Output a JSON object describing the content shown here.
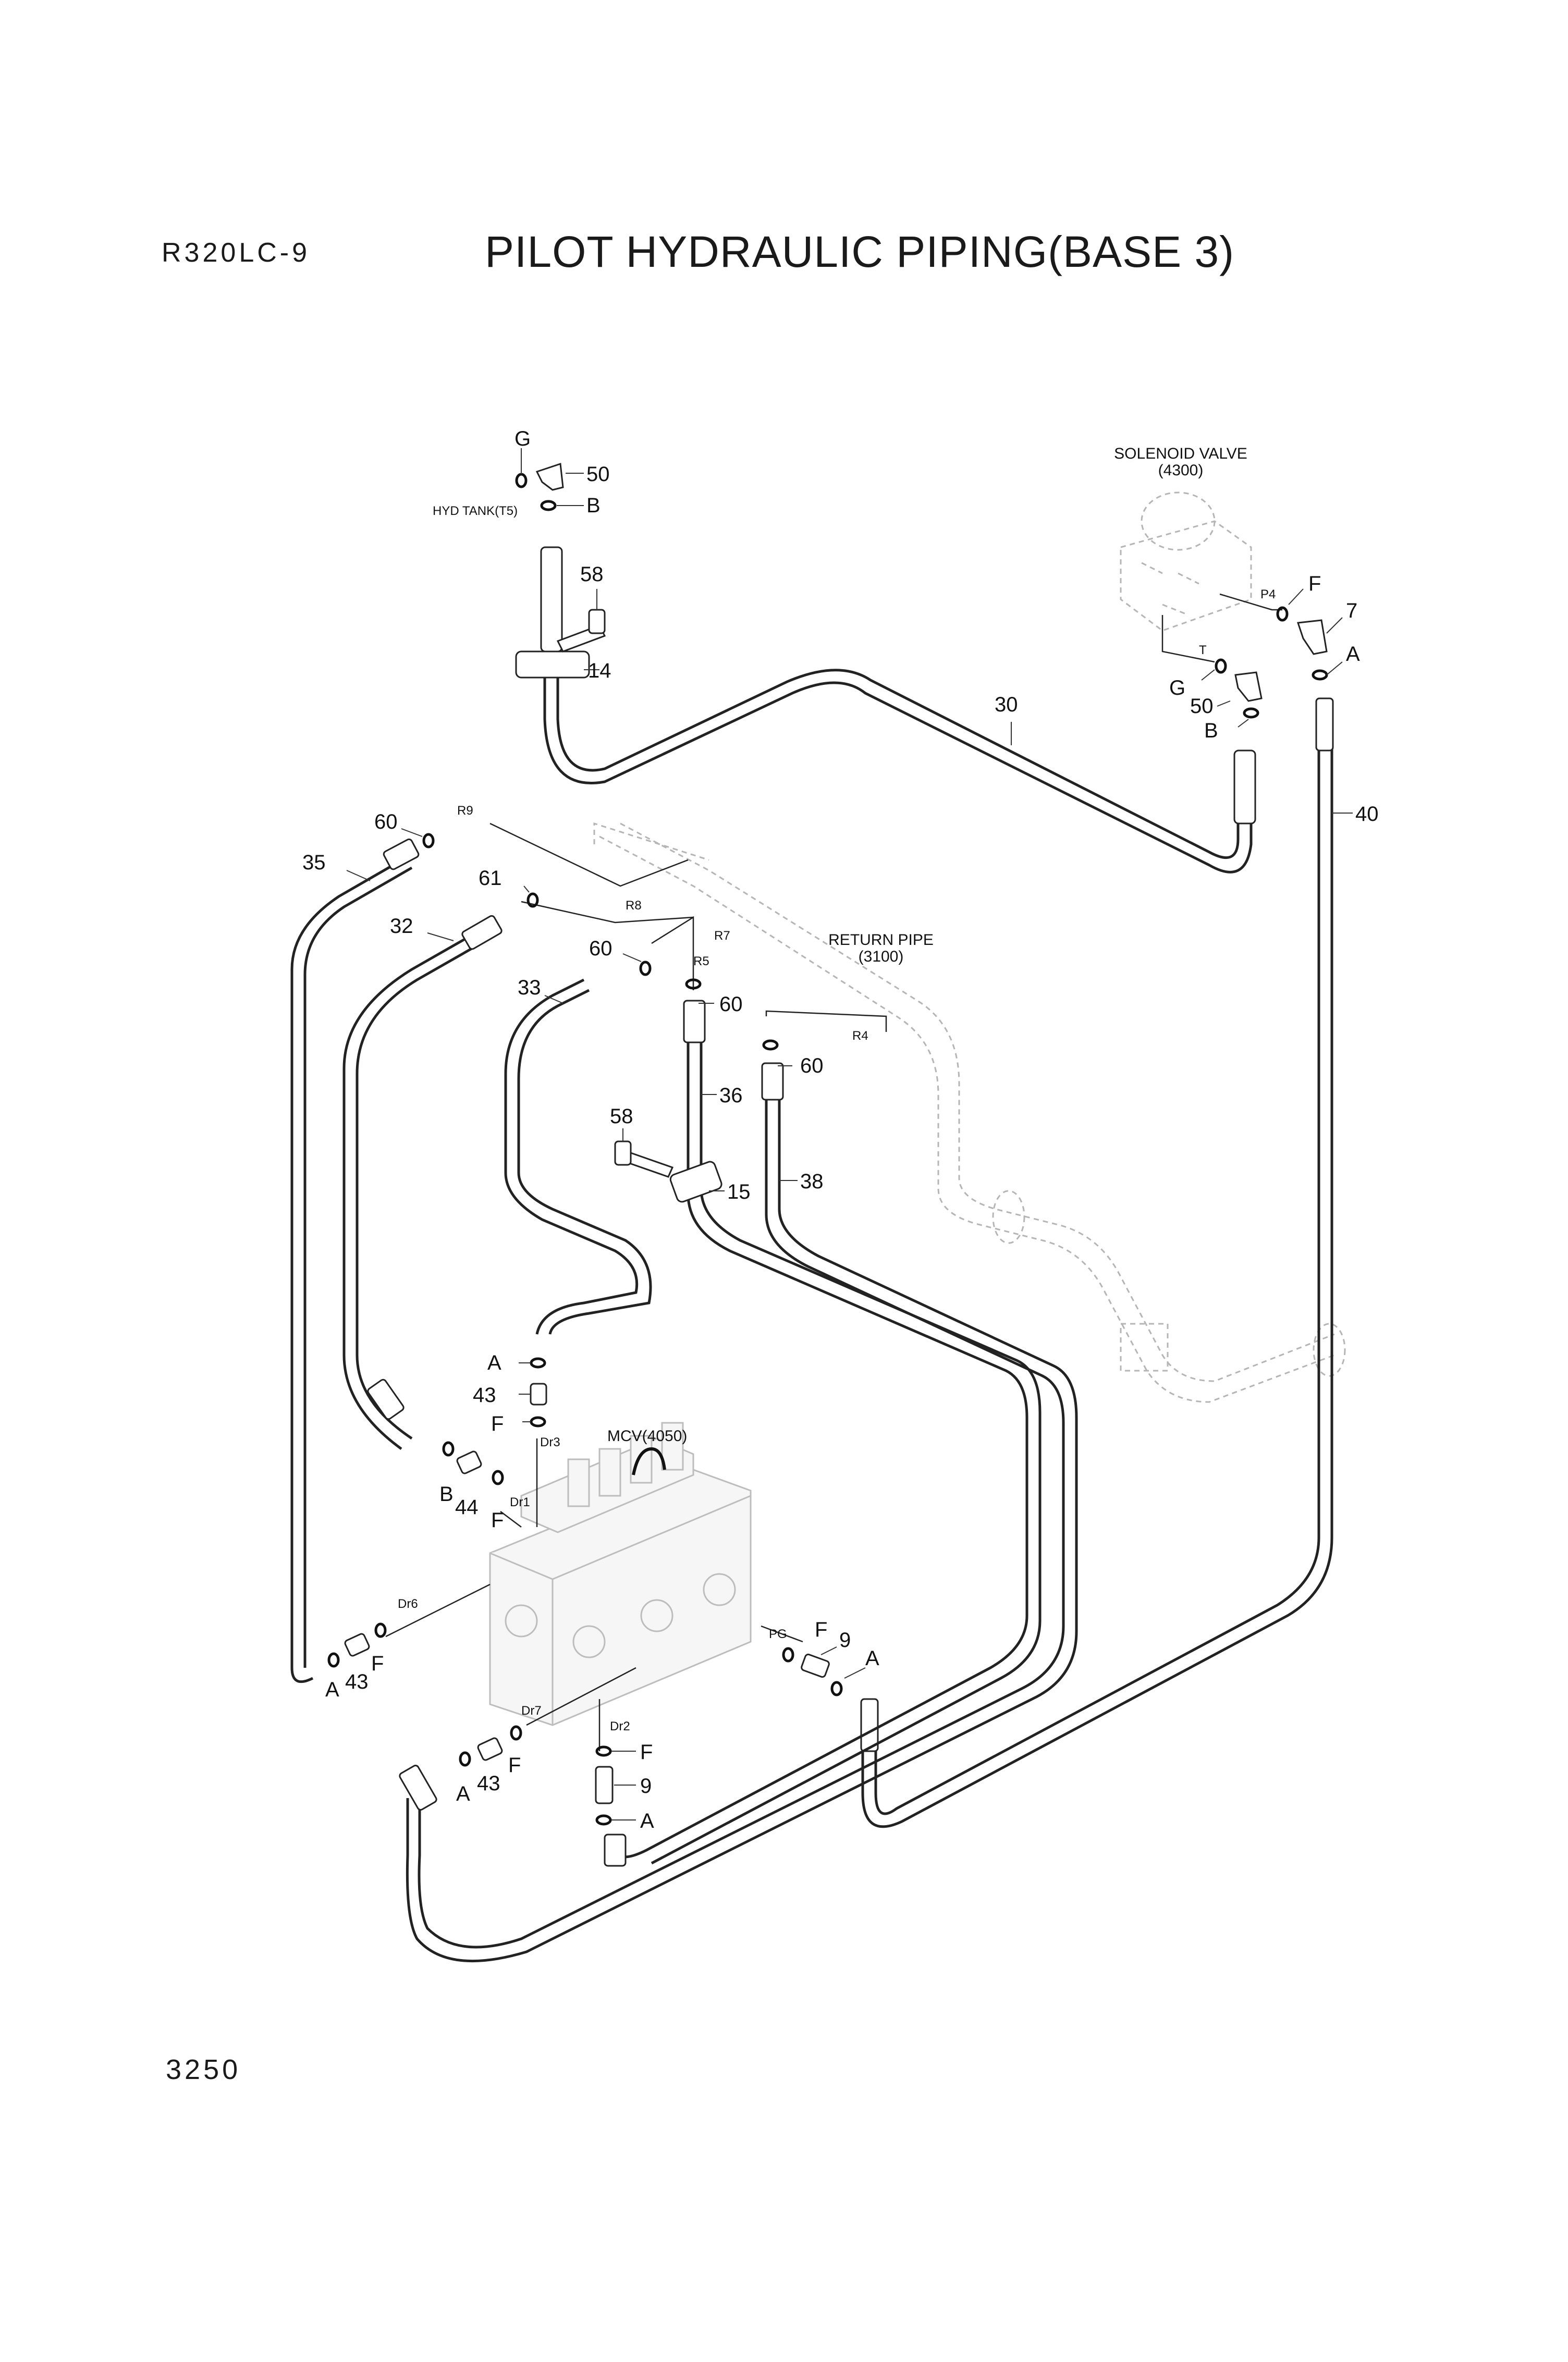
{
  "header": {
    "model": "R320LC-9",
    "title": "PILOT HYDRAULIC PIPING(BASE 3)"
  },
  "footer": {
    "page_number": "3250"
  },
  "components": {
    "solenoid_valve": {
      "name": "SOLENOID VALVE",
      "code": "(4300)"
    },
    "return_pipe": {
      "name": "RETURN PIPE",
      "code": "(3100)"
    },
    "mcv": {
      "name": "MCV(4050)"
    },
    "hyd_tank": {
      "name": "HYD TANK(T5)"
    }
  },
  "callouts": {
    "c50a": "50",
    "cGa": "G",
    "cBa": "B",
    "c58a": "58",
    "c14": "14",
    "c30": "30",
    "c7": "7",
    "cFa": "F",
    "cAa": "A",
    "cGb": "G",
    "c50b": "50",
    "cBb": "B",
    "c40": "40",
    "c60a": "60",
    "c35": "35",
    "c61": "61",
    "c32": "32",
    "c60b": "60",
    "c33": "33",
    "c60c": "60",
    "c60d": "60",
    "c36": "36",
    "c58b": "58",
    "c15": "15",
    "c38": "38",
    "cAb": "A",
    "c43a": "43",
    "cFb": "F",
    "cBc": "B",
    "c44": "44",
    "cFc": "F",
    "cAc": "A",
    "c43b": "43",
    "cFd": "F",
    "cFe": "F",
    "c9a": "9",
    "cAd": "A",
    "cAe": "A",
    "c43c": "43",
    "cFf": "F",
    "cFg": "F",
    "c9b": "9",
    "cAf": "A"
  },
  "ports": {
    "P4": "P4",
    "T": "T",
    "R9": "R9",
    "R8": "R8",
    "R7": "R7",
    "R5": "R5",
    "R4": "R4",
    "Dr3": "Dr3",
    "Dr1": "Dr1",
    "Dr6": "Dr6",
    "PG": "PG",
    "Dr7": "Dr7",
    "Dr2": "Dr2"
  }
}
